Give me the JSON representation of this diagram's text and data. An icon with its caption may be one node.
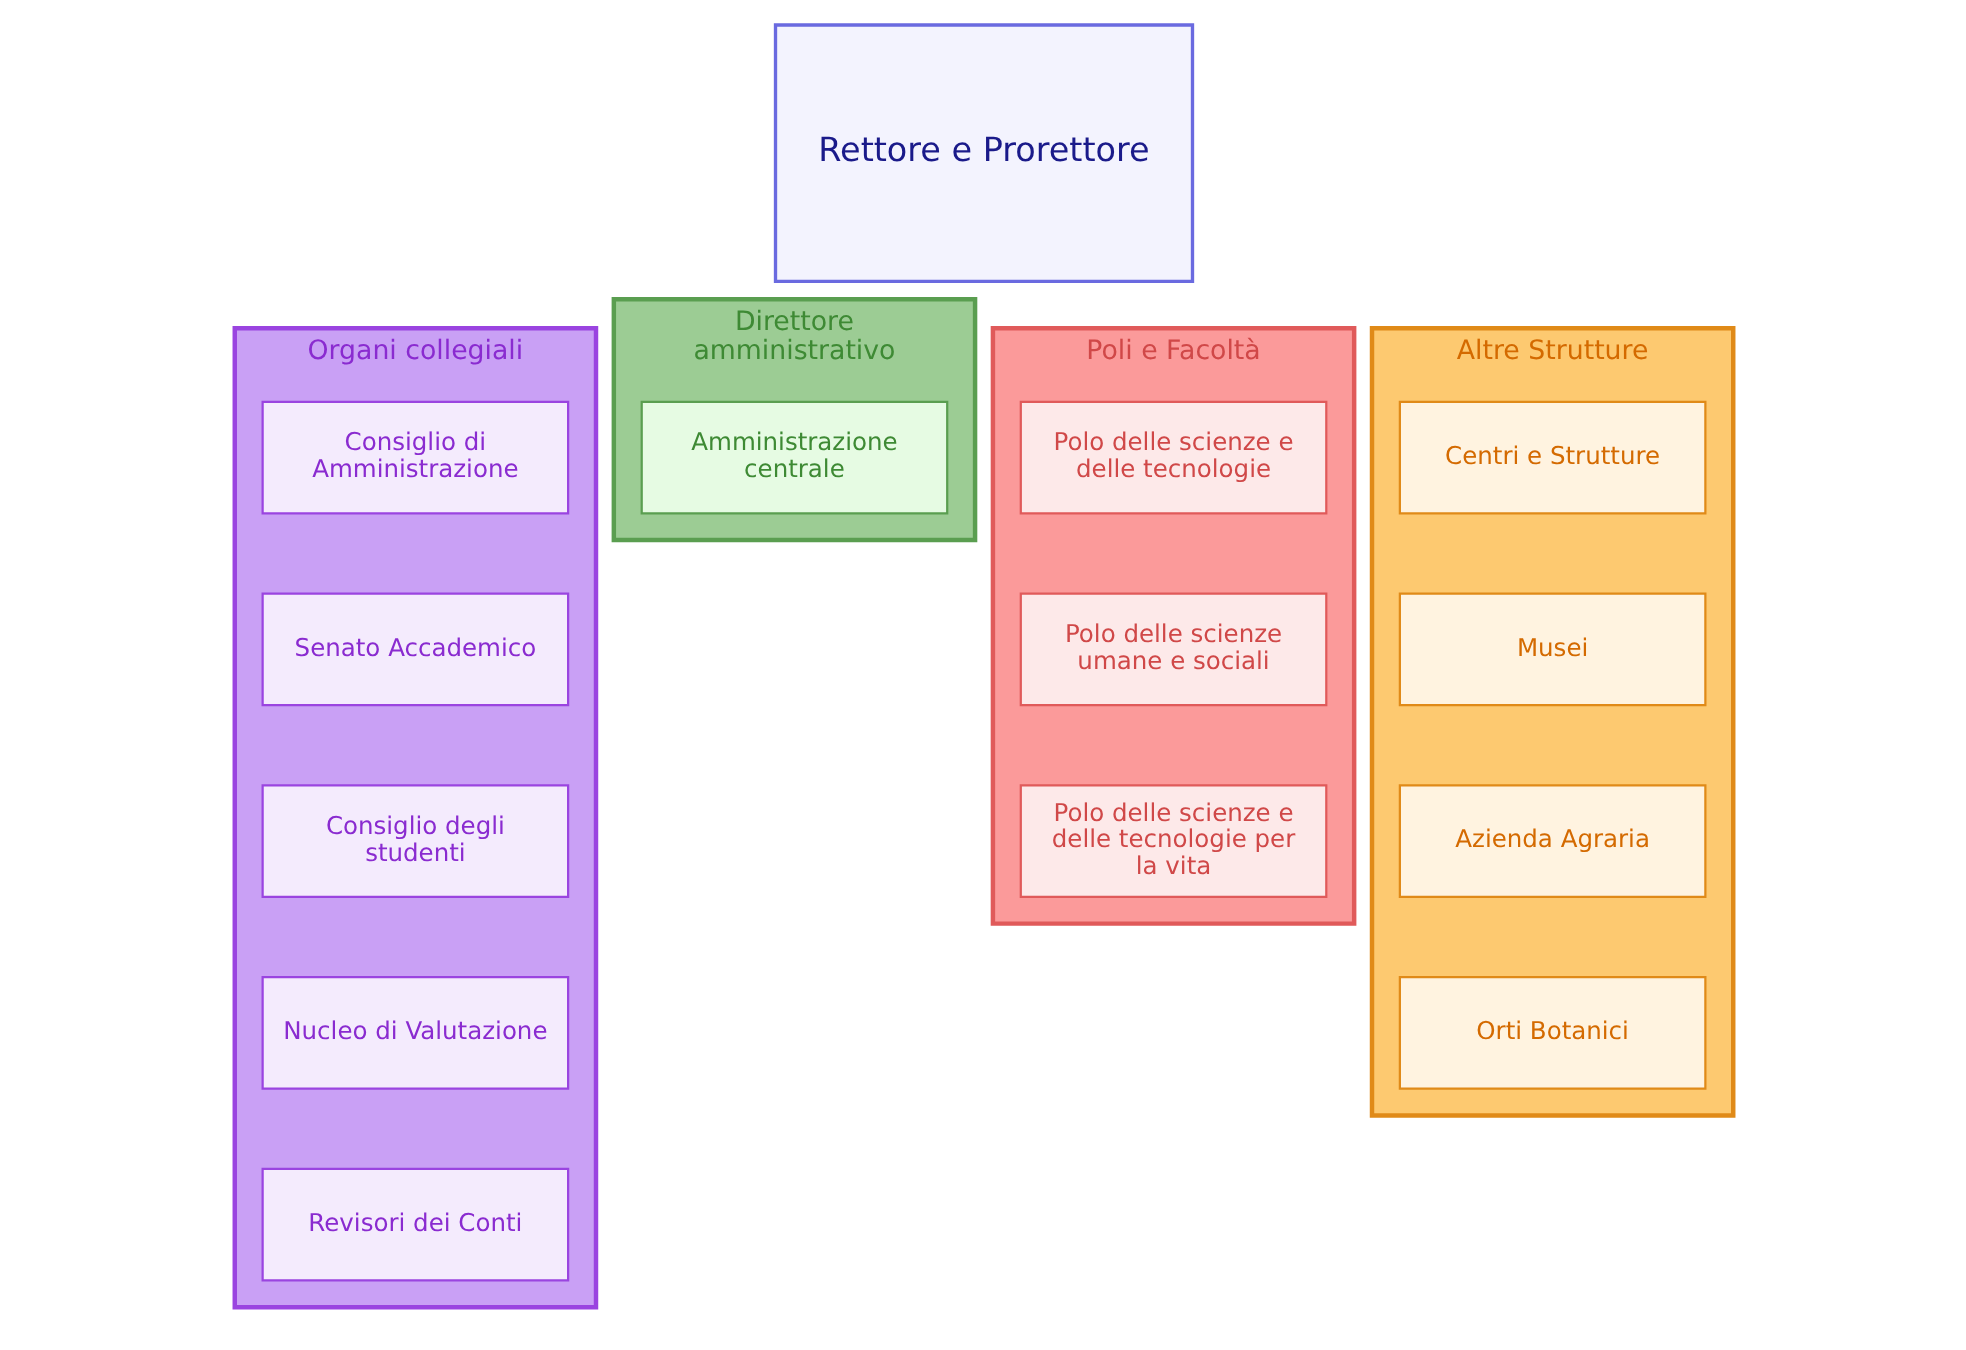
{
  "diagram": {
    "nodes": [
      {
        "text": [
          "Rettore e Prorettore"
        ]
      },
      {
        "text": [
          "Organi collegiali"
        ]
      },
      {
        "text": [
          "Consiglio di Amministrazione"
        ],
        "in": 1
      },
      {
        "text": [
          "Senato Accademico"
        ],
        "in": 1
      },
      {
        "text": [
          "Consiglio degli studenti"
        ],
        "in": 1
      },
      {
        "text": [
          "Nucleo di Valutazione"
        ],
        "in": 1
      },
      {
        "text": [
          "Revisori dei Conti"
        ],
        "in": 1
      },
      {
        "text": [
          "Direttore amministrativo"
        ]
      },
      {
        "text": [
          "Amministrazione centrale"
        ],
        "in": 7
      },
      {
        "text": [
          "Poli e Facoltà"
        ]
      },
      {
        "text": [
          "Polo delle scienze e delle tecnologie"
        ],
        "in": 9
      },
      {
        "text": [
          "Polo delle scienze umane e sociali"
        ],
        "in": 9
      },
      {
        "text": [
          "Polo delle scienze e delle tecnologie per la vita"
        ],
        "in": 9
      },
      {
        "text": [
          "Altre Strutture"
        ]
      },
      {
        "text": [
          "Centri e Strutture"
        ],
        "in": 13
      },
      {
        "text": [
          "Musei"
        ],
        "in": 13
      },
      {
        "text": [
          "Azienda Agraria"
        ],
        "in": 13
      },
      {
        "text": [
          "Orti Botanici"
        ],
        "in": 13
      }
    ],
    "edges": []
  }
}
